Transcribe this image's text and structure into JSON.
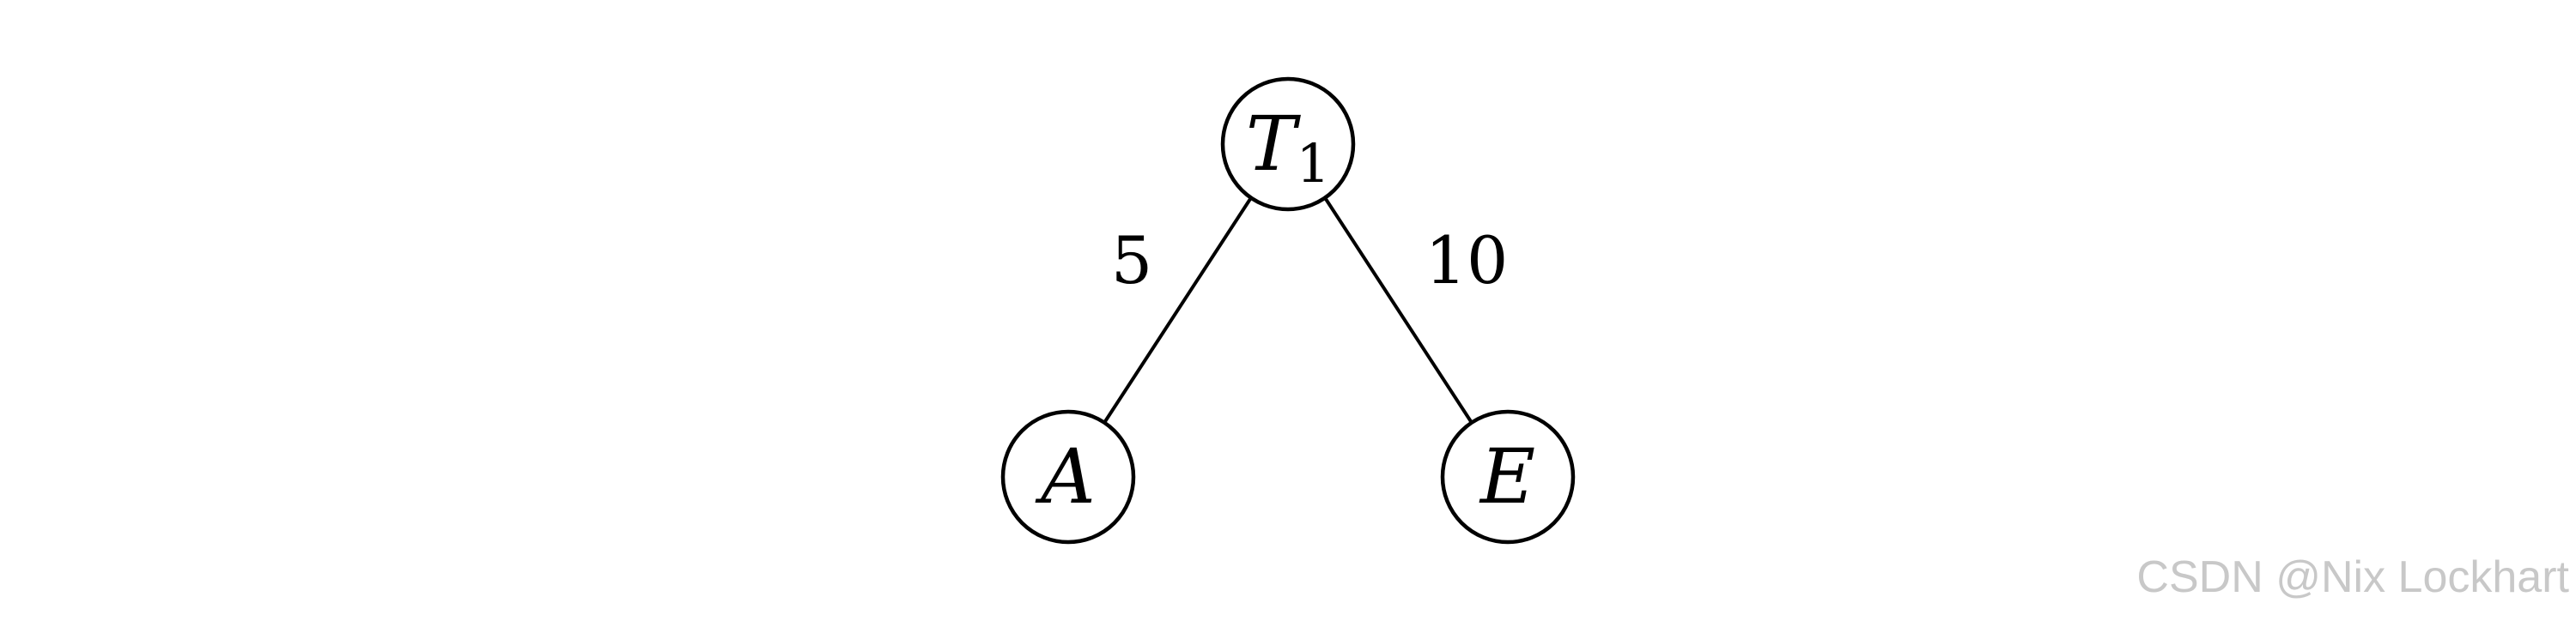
{
  "diagram": {
    "nodes": [
      {
        "id": "T1",
        "label": "T",
        "subscript": "1"
      },
      {
        "id": "A",
        "label": "A",
        "subscript": ""
      },
      {
        "id": "E",
        "label": "E",
        "subscript": ""
      }
    ],
    "edges": [
      {
        "from": "T1",
        "to": "A",
        "weight": "5"
      },
      {
        "from": "T1",
        "to": "E",
        "weight": "10"
      }
    ]
  },
  "watermark": "CSDN @Nix Lockhart",
  "colors": {
    "stroke": "#000000",
    "background": "#ffffff",
    "watermark": "#c8c8c8"
  }
}
